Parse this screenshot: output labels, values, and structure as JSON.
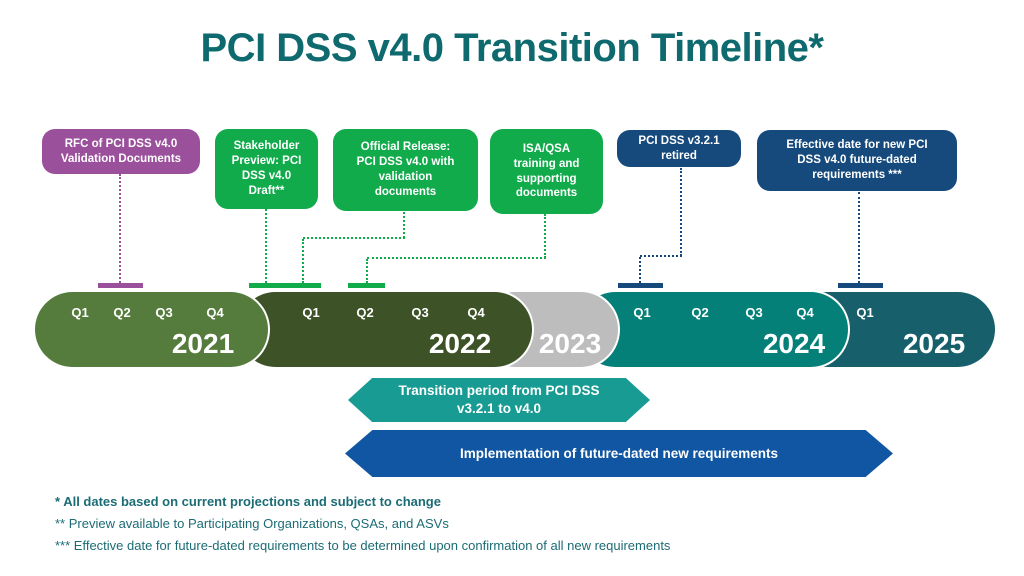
{
  "title": "PCI DSS v4.0 Transition Timeline*",
  "colors": {
    "title_teal": "#0e6a6e",
    "callout_purple": "#9b509c",
    "callout_green": "#12ab4c",
    "callout_navy": "#174a7c",
    "segment_2021": "#567c3d",
    "segment_2022": "#3d5226",
    "segment_2023": "#bdbdbd",
    "segment_2024": "#048079",
    "segment_2025": "#175f6b",
    "arrow_teal": "#189b92",
    "arrow_blue": "#1156a2",
    "footnote_teal": "#1b6c75"
  },
  "callouts": [
    {
      "id": "rfc",
      "label": "RFC of PCI DSS v4.0\nValidation Documents",
      "color": "#9b509c"
    },
    {
      "id": "preview",
      "label": "Stakeholder\nPreview: PCI\nDSS v4.0\nDraft**",
      "color": "#12ab4c"
    },
    {
      "id": "release",
      "label": "Official Release:\nPCI DSS v4.0 with\nvalidation\ndocuments",
      "color": "#12ab4c"
    },
    {
      "id": "training",
      "label": "ISA/QSA\ntraining and\nsupporting\ndocuments",
      "color": "#12ab4c"
    },
    {
      "id": "retired",
      "label": "PCI DSS v3.2.1\nretired",
      "color": "#174a7c"
    },
    {
      "id": "effective",
      "label": "Effective date for new PCI\nDSS v4.0 future-dated\nrequirements ***",
      "color": "#174a7c"
    }
  ],
  "timeline": {
    "segments": [
      {
        "year": "2021",
        "quarters": [
          "Q1",
          "Q2",
          "Q3",
          "Q4"
        ],
        "color": "#567c3d"
      },
      {
        "year": "2022",
        "quarters": [
          "Q1",
          "Q2",
          "Q3",
          "Q4"
        ],
        "color": "#3d5226"
      },
      {
        "year": "2023",
        "quarters": [],
        "color": "#bdbdbd"
      },
      {
        "year": "2024",
        "quarters": [
          "Q1",
          "Q2",
          "Q3",
          "Q4"
        ],
        "color": "#048079"
      },
      {
        "year": "2025",
        "quarters": [
          "Q1"
        ],
        "color": "#175f6b"
      }
    ]
  },
  "arrows": [
    {
      "label": "Transition period from PCI DSS\nv3.2.1 to v4.0",
      "color": "#189b92"
    },
    {
      "label": "Implementation of future-dated new requirements",
      "color": "#1156a2"
    }
  ],
  "footnotes": [
    "* All dates based on current projections and subject to change",
    "** Preview available to Participating Organizations, QSAs, and ASVs",
    "*** Effective date for future-dated requirements to be determined upon confirmation of all new requirements"
  ]
}
